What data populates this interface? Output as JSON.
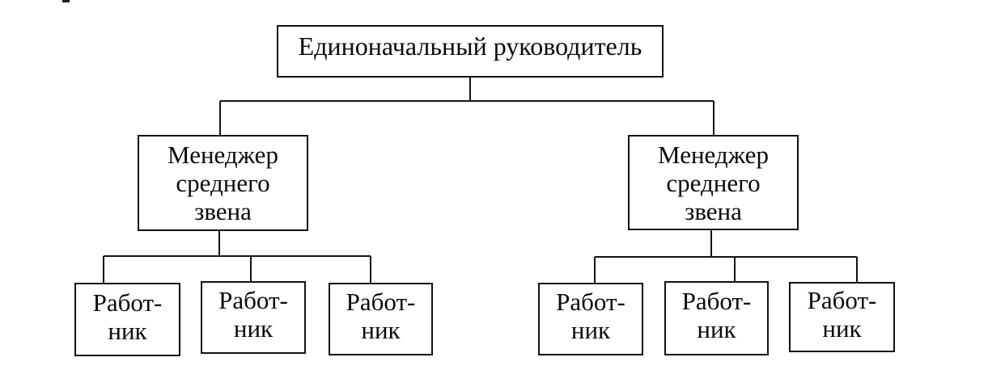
{
  "diagram": {
    "type": "org-chart",
    "background_color": "#ffffff",
    "line_color": "#141414",
    "text_color": "#0a0a0a",
    "nodes": {
      "root": {
        "label": "Единоначальный руководитель"
      },
      "managers": [
        {
          "label": "Менеджер\nсреднего\nзвена"
        },
        {
          "label": "Менеджер\nсреднего\nзвена"
        }
      ],
      "workers": [
        {
          "label": "Работ-\nник"
        },
        {
          "label": "Работ-\nник"
        },
        {
          "label": "Работ-\nник"
        },
        {
          "label": "Работ-\nник"
        },
        {
          "label": "Работ-\nник"
        },
        {
          "label": "Работ-\nник"
        }
      ]
    },
    "edges": [
      {
        "from": "root",
        "to": "manager-left"
      },
      {
        "from": "root",
        "to": "manager-right"
      },
      {
        "from": "manager-left",
        "to": "worker-1"
      },
      {
        "from": "manager-left",
        "to": "worker-2"
      },
      {
        "from": "manager-left",
        "to": "worker-3"
      },
      {
        "from": "manager-right",
        "to": "worker-4"
      },
      {
        "from": "manager-right",
        "to": "worker-5"
      },
      {
        "from": "manager-right",
        "to": "worker-6"
      }
    ]
  }
}
